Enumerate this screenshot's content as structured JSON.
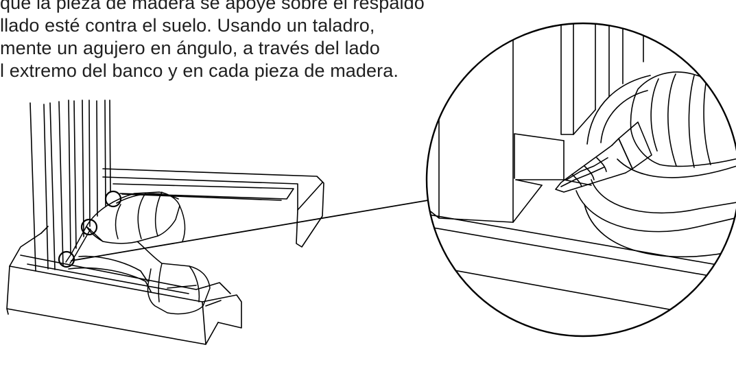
{
  "instructions": {
    "lines": [
      "que la pieza de madera se apoye sobre el respaldo",
      "llado esté contra el suelo. Usando un taladro,",
      "mente un agujero en ángulo, a través del lado",
      "l extremo del banco y en cada pieza de madera."
    ]
  },
  "illustration": {
    "pilot_hole_markers": 3,
    "line_color": "#000000",
    "background": "#ffffff"
  }
}
